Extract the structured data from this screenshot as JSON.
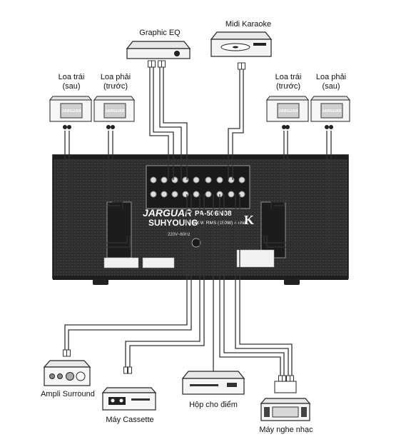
{
  "devices": {
    "graphic_eq": "Graphic EQ",
    "midi_karaoke": "Midi Karaoke",
    "speakers": [
      {
        "line1": "Loa trái",
        "line2": "(sau)"
      },
      {
        "line1": "Loa phải",
        "line2": "(trước)"
      },
      {
        "line1": "Loa trái",
        "line2": "(trước)"
      },
      {
        "line1": "Loa phải",
        "line2": "(sau)"
      }
    ],
    "speaker_brand": "JARGUAR",
    "ampli_surround": "Ampli Surround",
    "may_cassette": "Máy Cassette",
    "hop_cho_diem": "Hộp cho điểm",
    "may_nghe_nhac": "Máy nghe nhạc"
  },
  "amplifier": {
    "brand": "JARGUAR",
    "sub_brand": "SUHYOUNG",
    "model": "PA-506N08",
    "power": "600W RMS (150W) 4 ohm",
    "voltage": "220V~60Hz",
    "logo_mark": "K"
  },
  "colors": {
    "panel": "#2e2e2e",
    "panel_dark": "#1e1e1e",
    "line": "#333333",
    "device_fill": "#f0f0f0"
  }
}
